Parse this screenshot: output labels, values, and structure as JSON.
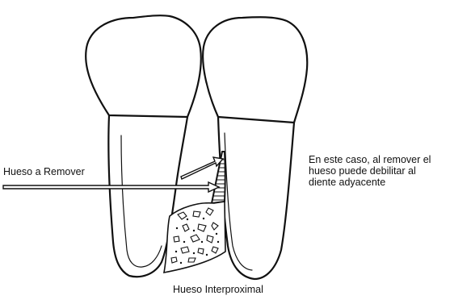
{
  "labels": {
    "bone_to_remove": "Hueso a Remover",
    "note": "En este caso, al remover el\nhueso puede debilitar al\n diente adyacente",
    "interproximal_bone": "Hueso Interproximal"
  }
}
